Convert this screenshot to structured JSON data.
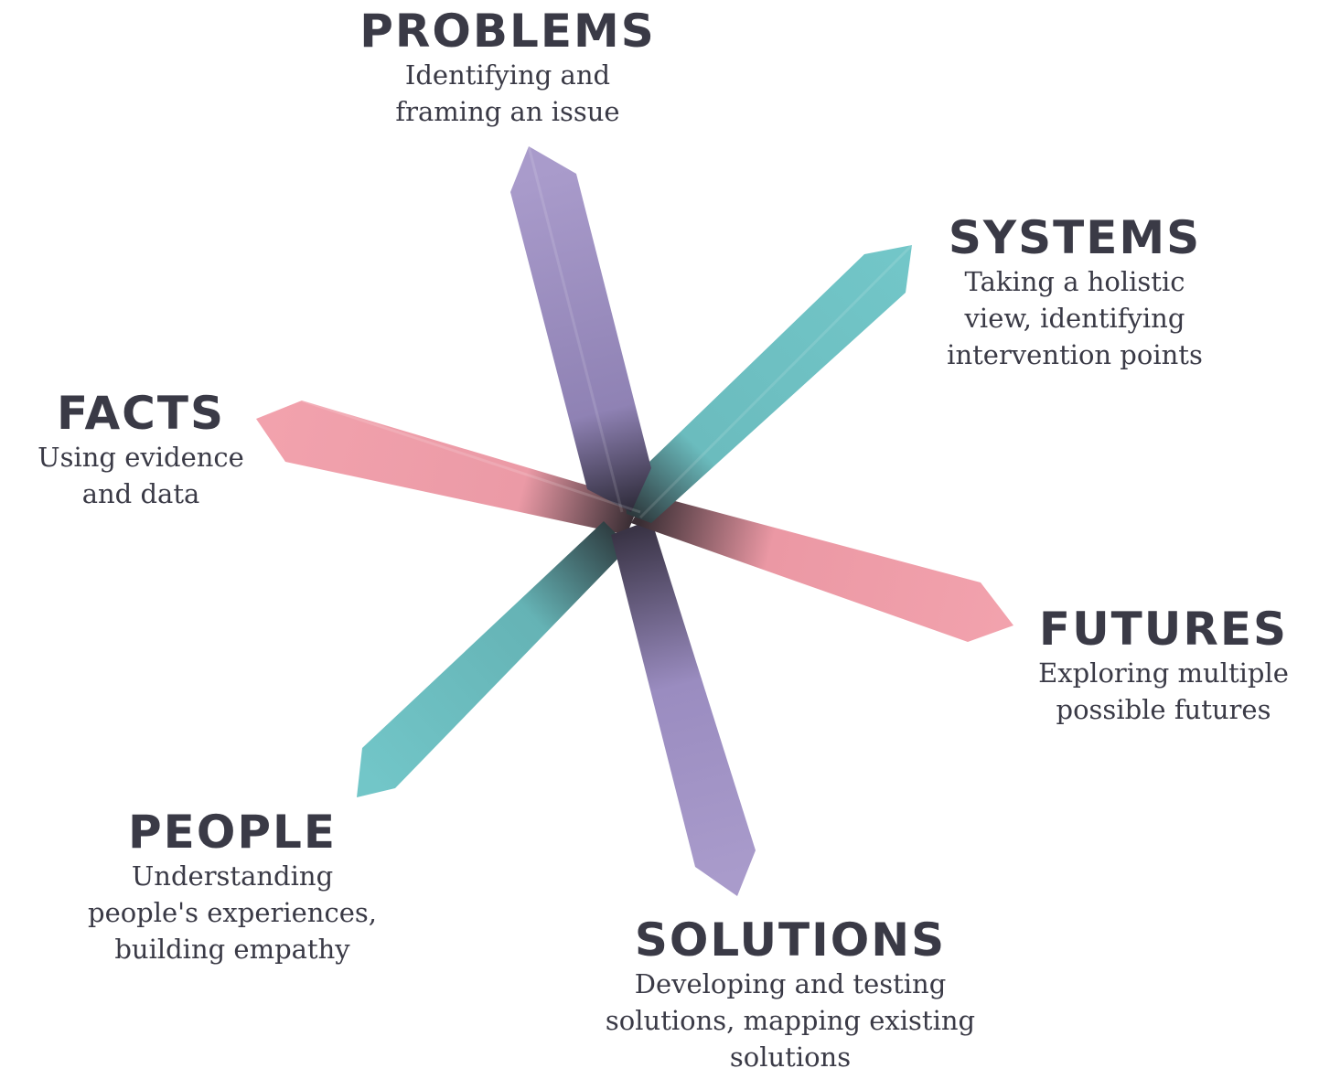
{
  "colors": {
    "problems_solutions": "#a99bcb",
    "systems_people": "#72c6c8",
    "facts_futures": "#f2a2ad",
    "text": "#3a3a46"
  },
  "labels": {
    "problems": {
      "title": "PROBLEMS",
      "lines": [
        "Identifying and",
        "framing an issue"
      ]
    },
    "systems": {
      "title": "SYSTEMS",
      "lines": [
        "Taking a holistic",
        "view, identifying",
        "intervention points"
      ]
    },
    "facts": {
      "title": "FACTS",
      "lines": [
        "Using evidence",
        "and data"
      ]
    },
    "futures": {
      "title": "FUTURES",
      "lines": [
        "Exploring multiple",
        "possible futures"
      ]
    },
    "people": {
      "title": "PEOPLE",
      "lines": [
        "Understanding",
        "people's experiences,",
        "building empathy"
      ]
    },
    "solutions": {
      "title": "SOLUTIONS",
      "lines": [
        "Developing and testing",
        "solutions, mapping existing",
        "solutions"
      ]
    }
  }
}
